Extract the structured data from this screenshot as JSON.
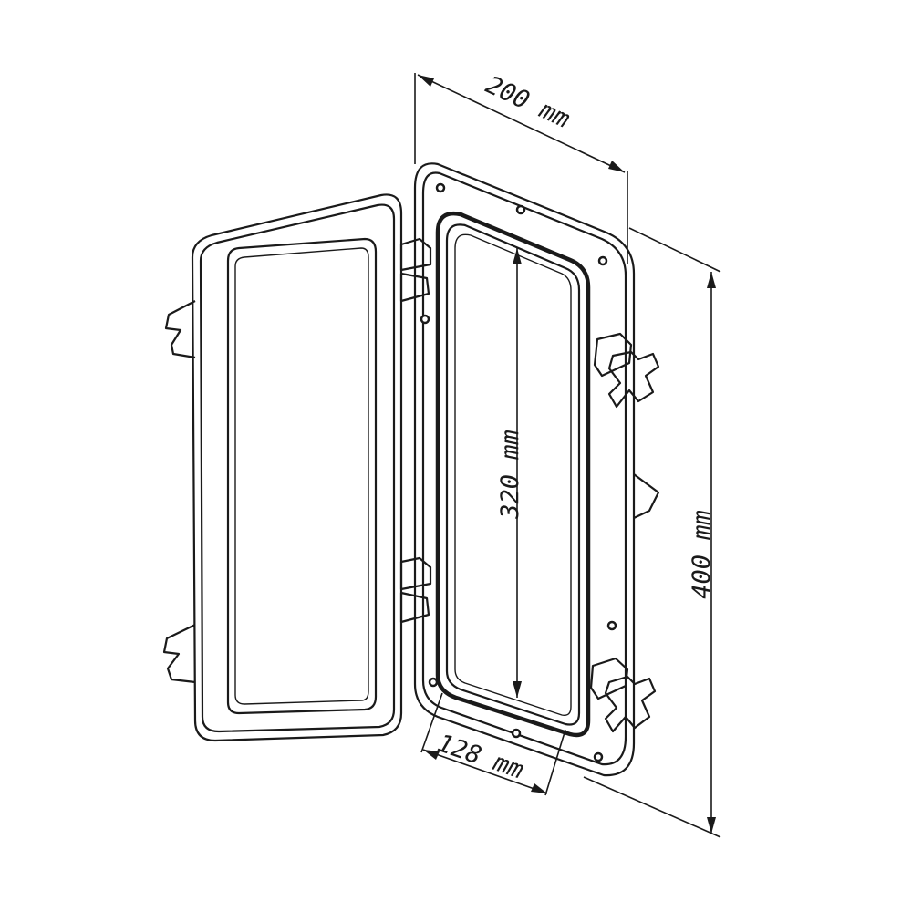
{
  "dimensions": {
    "width_outer": "200 mm",
    "height_inner": "320 mm",
    "height_outer": "400 mm",
    "width_inner": "128 mm"
  },
  "colors": {
    "line": "#1a1a1a",
    "background": "#ffffff"
  }
}
